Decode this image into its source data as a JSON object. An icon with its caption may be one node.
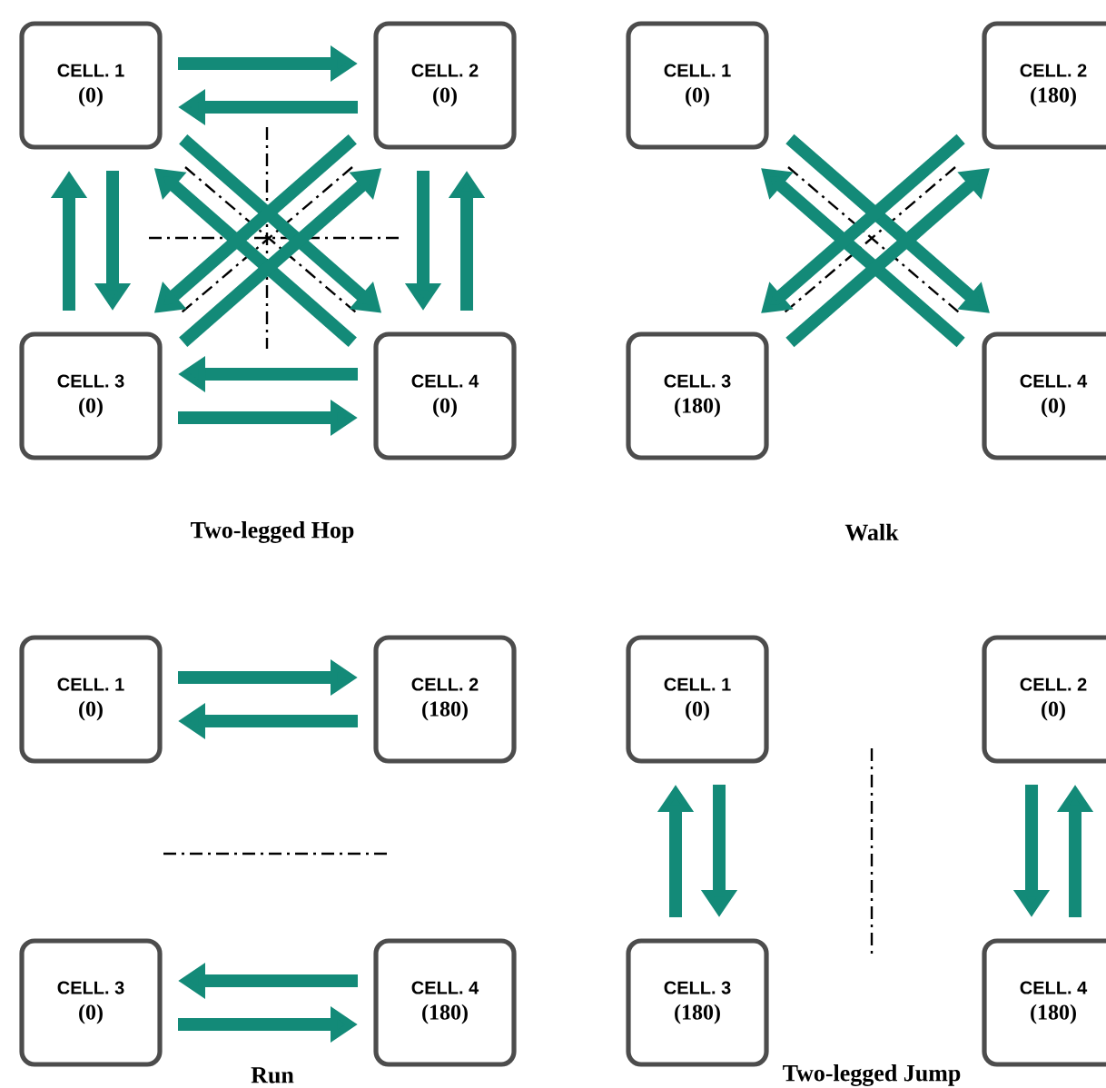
{
  "diagram": {
    "nodes": [
      {
        "text": [
          "CELL. 1",
          "(0)"
        ]
      },
      {
        "text": [
          "CELL. 2",
          "(0)"
        ]
      },
      {
        "text": [
          "CELL. 3",
          "(0)"
        ]
      },
      {
        "text": [
          "CELL. 4",
          "(0)"
        ]
      },
      {
        "text": [
          "CELL. 1",
          "(0)"
        ]
      },
      {
        "text": [
          "CELL. 2",
          "(180)"
        ]
      },
      {
        "text": [
          "CELL. 3",
          "(180)"
        ]
      },
      {
        "text": [
          "CELL. 4",
          "(0)"
        ]
      },
      {
        "text": [
          "CELL. 1",
          "(0)"
        ]
      },
      {
        "text": [
          "CELL. 2",
          "(180)"
        ]
      },
      {
        "text": [
          "CELL. 3",
          "(0)"
        ]
      },
      {
        "text": [
          "CELL. 4",
          "(180)"
        ]
      },
      {
        "text": [
          "CELL. 1",
          "(0)"
        ]
      },
      {
        "text": [
          "CELL. 2",
          "(0)"
        ]
      },
      {
        "text": [
          "CELL. 3",
          "(180)"
        ]
      },
      {
        "text": [
          "CELL. 4",
          "(180)"
        ]
      }
    ],
    "edges": [
      {
        "from": 0,
        "to": 1,
        "arrow": "to"
      },
      {
        "from": 1,
        "to": 0,
        "arrow": "to"
      },
      {
        "from": 2,
        "to": 0,
        "arrow": "to"
      },
      {
        "from": 0,
        "to": 2,
        "arrow": "to"
      },
      {
        "from": 1,
        "to": 3,
        "arrow": "to"
      },
      {
        "from": 3,
        "to": 1,
        "arrow": "to"
      },
      {
        "from": 3,
        "to": 2,
        "arrow": "to"
      },
      {
        "from": 2,
        "to": 3,
        "arrow": "to"
      },
      {
        "from": 0,
        "to": 3,
        "arrow": "to"
      },
      {
        "from": 3,
        "to": 0,
        "arrow": "to"
      },
      {
        "from": 1,
        "to": 2,
        "arrow": "to"
      },
      {
        "from": 2,
        "to": 1,
        "arrow": "to"
      },
      {
        "from": 4,
        "to": 7,
        "arrow": "to"
      },
      {
        "from": 7,
        "to": 4,
        "arrow": "to"
      },
      {
        "from": 5,
        "to": 6,
        "arrow": "to"
      },
      {
        "from": 6,
        "to": 5,
        "arrow": "to"
      },
      {
        "from": 8,
        "to": 9,
        "arrow": "to"
      },
      {
        "from": 9,
        "to": 8,
        "arrow": "to"
      },
      {
        "from": 11,
        "to": 10,
        "arrow": "to"
      },
      {
        "from": 10,
        "to": 11,
        "arrow": "to"
      },
      {
        "from": 14,
        "to": 12,
        "arrow": "to"
      },
      {
        "from": 12,
        "to": 14,
        "arrow": "to"
      },
      {
        "from": 13,
        "to": 15,
        "arrow": "to"
      },
      {
        "from": 15,
        "to": 13,
        "arrow": "to"
      }
    ],
    "labels": [
      "Two-legged Hop",
      "Walk",
      "Run",
      "Two-legged Jump"
    ]
  }
}
